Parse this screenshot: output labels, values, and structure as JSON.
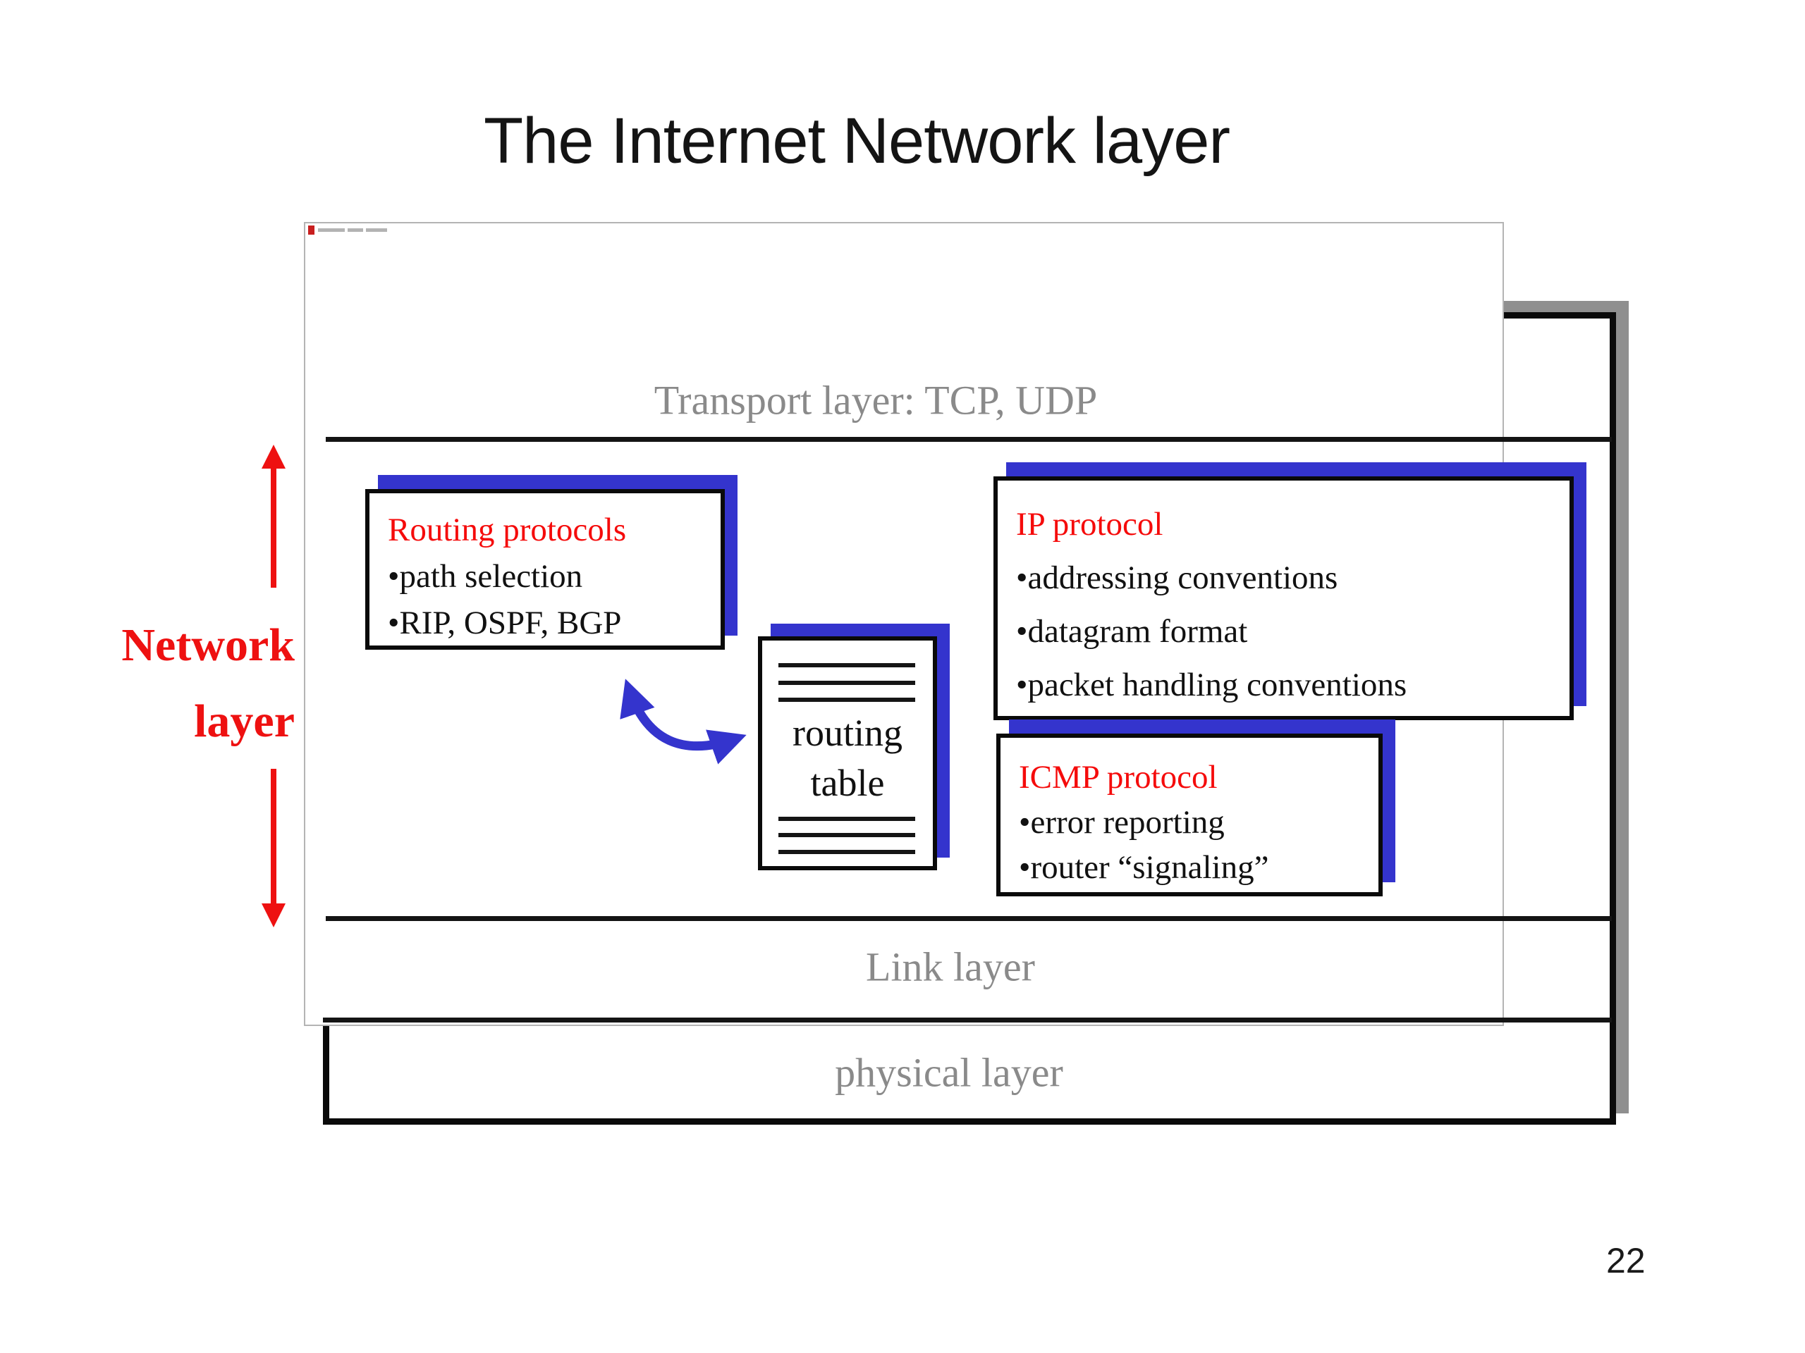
{
  "slide": {
    "title": "The Internet Network layer",
    "page_number": "22"
  },
  "stack": {
    "transport_label": "Transport layer: TCP, UDP",
    "link_label": "Link layer",
    "physical_label": "physical layer"
  },
  "network_label": {
    "line1": "Network",
    "line2": "layer"
  },
  "boxes": {
    "routing": {
      "title": "Routing protocols",
      "bullets": [
        "•path selection",
        "•RIP, OSPF, BGP"
      ]
    },
    "ip": {
      "title": "IP protocol",
      "bullets": [
        "•addressing conventions",
        "•datagram format",
        "•packet handling conventions"
      ]
    },
    "icmp": {
      "title": "ICMP protocol",
      "bullets": [
        "•error reporting",
        "•router “signaling”"
      ]
    },
    "routing_table": {
      "line1": "routing",
      "line2": "table"
    }
  },
  "colors": {
    "accent_blue": "#3434cd",
    "box_title_red": "#f50b0b",
    "network_label_red": "#ee1111",
    "layer_label_gray": "#8a8a8a",
    "stack_shadow_gray": "#8f8f8f"
  }
}
